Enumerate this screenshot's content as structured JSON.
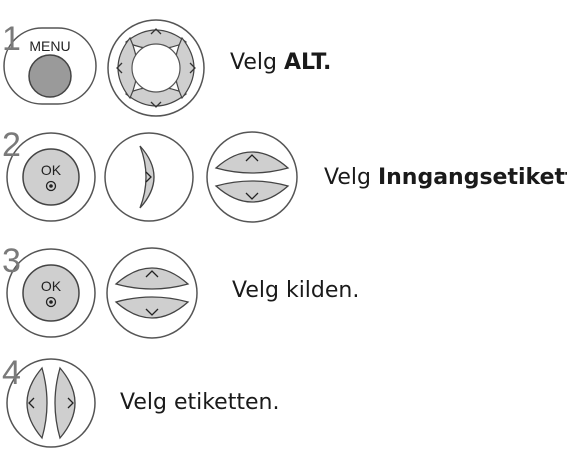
{
  "steps": [
    {
      "number": "1",
      "buttons": {
        "menu_label": "MENU"
      },
      "instruction": {
        "prefix": "Velg ",
        "bold": "ALT",
        "suffix": "."
      }
    },
    {
      "number": "2",
      "buttons": {
        "ok_label": "OK"
      },
      "instruction": {
        "prefix": "Velg ",
        "bold": "Inngangsetikett",
        "suffix": "."
      }
    },
    {
      "number": "3",
      "buttons": {
        "ok_label": "OK"
      },
      "instruction": {
        "text": "Velg kilden."
      }
    },
    {
      "number": "4",
      "instruction": {
        "text": "Velg etiketten."
      }
    }
  ]
}
